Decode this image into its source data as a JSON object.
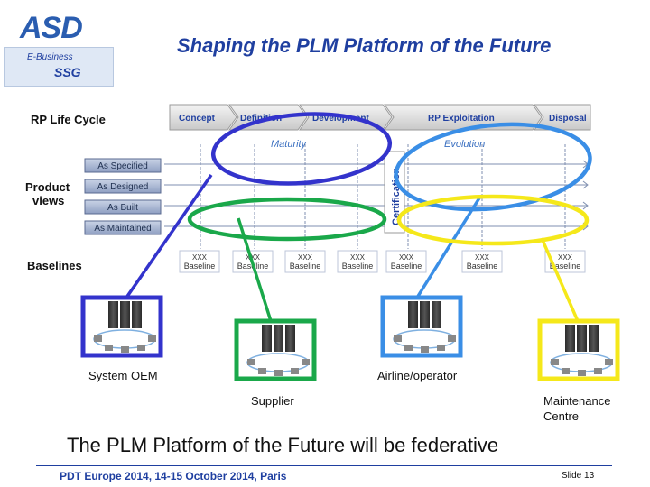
{
  "header": {
    "title": "Shaping the PLM Platform of the Future"
  },
  "logo": {
    "name": "ASD",
    "badge_line1": "E-Business",
    "badge_line2": "SSG"
  },
  "lifecycle": {
    "label": "RP Life Cycle",
    "phases": [
      "Concept",
      "Definition",
      "Development",
      "RP Exploitation",
      "Disposal"
    ],
    "maturity_label": "Maturity",
    "evolution_label": "Evolution",
    "certification_label": "Certification"
  },
  "product_views": {
    "label_line1": "Product",
    "label_line2": "views",
    "items": [
      "As Specified",
      "As Designed",
      "As Built",
      "As Maintained"
    ]
  },
  "baselines": {
    "label": "Baselines",
    "items": [
      {
        "line1": "XXX",
        "line2": "Baseline"
      },
      {
        "line1": "XXX",
        "line2": "Baseline"
      },
      {
        "line1": "XXX",
        "line2": "Baseline"
      },
      {
        "line1": "XXX",
        "line2": "Baseline"
      },
      {
        "line1": "XXX",
        "line2": "Baseline"
      },
      {
        "line1": "XXX",
        "line2": "Baseline"
      },
      {
        "line1": "XXX",
        "line2": "Baseline"
      }
    ]
  },
  "sites": [
    {
      "label": "System OEM",
      "color": "#3333cc"
    },
    {
      "label": "Supplier",
      "color": "#1aa84a"
    },
    {
      "label": "Airline/operator",
      "color": "#3a8ee6"
    },
    {
      "label_line1": "Maintenance",
      "label_line2": "Centre",
      "color": "#f5e81a"
    }
  ],
  "headline": "The PLM Platform of the Future will be federative",
  "footer": {
    "event": "PDT Europe 2014, 14-15 October 2014, Paris",
    "slide": "Slide 13"
  }
}
